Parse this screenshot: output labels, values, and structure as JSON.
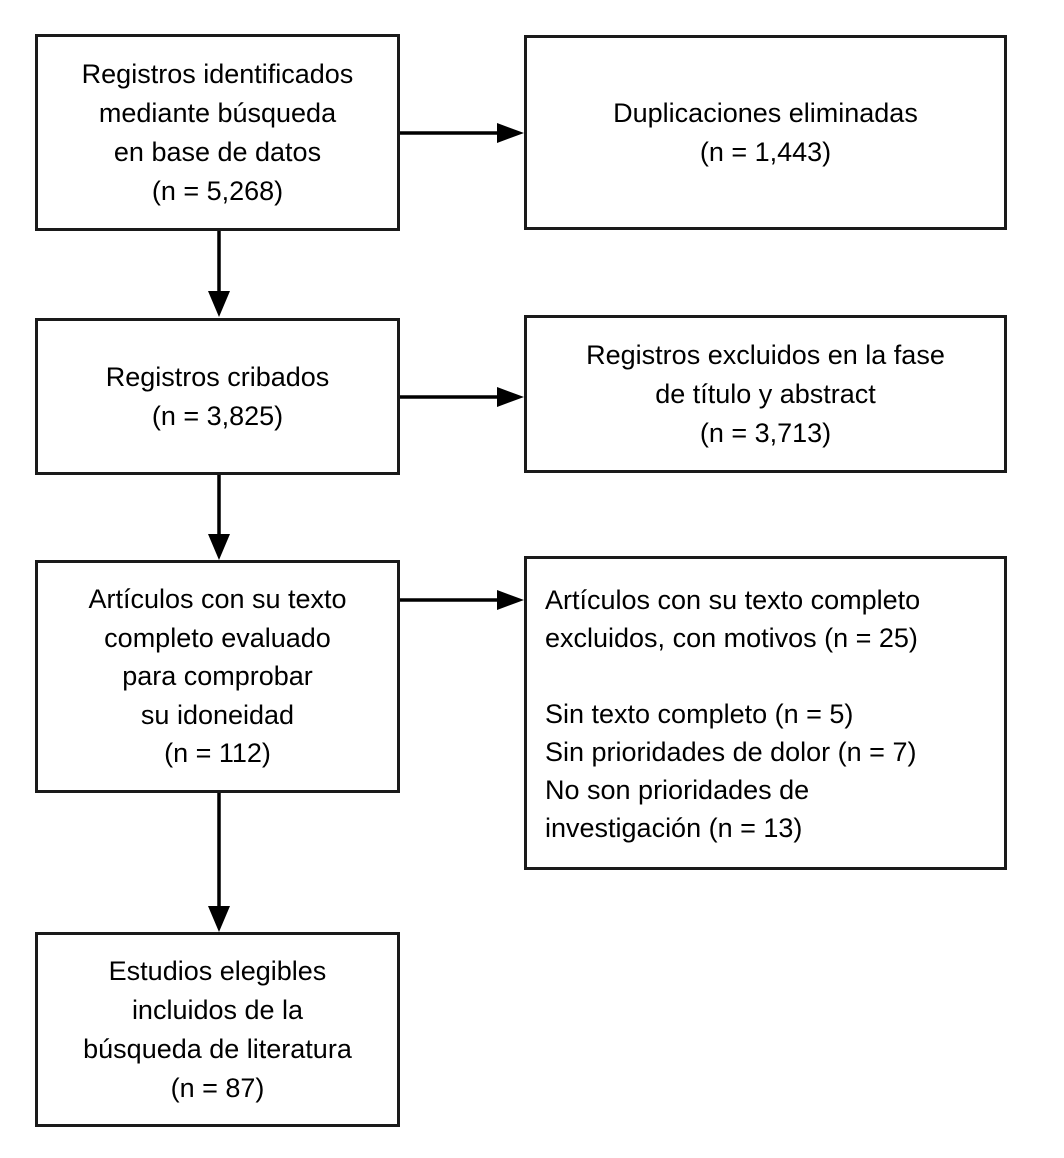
{
  "diagram": {
    "type": "flowchart",
    "language": "es",
    "colors": {
      "box_border": "#1a1a1a",
      "text": "#000000",
      "background": "#ffffff",
      "arrow": "#000000"
    },
    "boxes": {
      "records_identified": {
        "lines": [
          "Registros identificados",
          "mediante búsqueda",
          "en base de datos",
          "(n = 5,268)"
        ],
        "n": "5,268"
      },
      "duplicates_removed": {
        "lines": [
          "Duplicaciones eliminadas",
          "(n = 1,443)"
        ],
        "n": "1,443"
      },
      "records_screened": {
        "lines": [
          "Registros cribados",
          "(n = 3,825)"
        ],
        "n": "3,825"
      },
      "records_excluded": {
        "lines": [
          "Registros excluidos en la fase",
          "de título y abstract",
          "(n = 3,713)"
        ],
        "n": "3,713"
      },
      "fulltext_assessed": {
        "lines": [
          "Artículos con su texto",
          "completo evaluado",
          "para comprobar",
          "su idoneidad",
          "(n = 112)"
        ],
        "n": "112"
      },
      "fulltext_excluded": {
        "lines": [
          "Artículos con su texto completo",
          "excluidos, con motivos (n = 25)",
          "",
          "Sin texto completo (n = 5)",
          "Sin prioridades de dolor (n = 7)",
          "No son prioridades de",
          "investigación (n = 13)"
        ],
        "n": "25",
        "reasons": [
          {
            "label": "Sin texto completo",
            "n": "5"
          },
          {
            "label": "Sin prioridades de dolor",
            "n": "7"
          },
          {
            "label": "No son prioridades de investigación",
            "n": "13"
          }
        ]
      },
      "studies_included": {
        "lines": [
          "Estudios elegibles",
          "incluidos de la",
          "búsqueda de literatura",
          "(n = 87)"
        ],
        "n": "87"
      }
    },
    "connections": [
      {
        "from": "records_identified",
        "to": "duplicates_removed",
        "direction": "right"
      },
      {
        "from": "records_identified",
        "to": "records_screened",
        "direction": "down"
      },
      {
        "from": "records_screened",
        "to": "records_excluded",
        "direction": "right"
      },
      {
        "from": "records_screened",
        "to": "fulltext_assessed",
        "direction": "down"
      },
      {
        "from": "fulltext_assessed",
        "to": "fulltext_excluded",
        "direction": "right"
      },
      {
        "from": "fulltext_assessed",
        "to": "studies_included",
        "direction": "down"
      }
    ]
  }
}
